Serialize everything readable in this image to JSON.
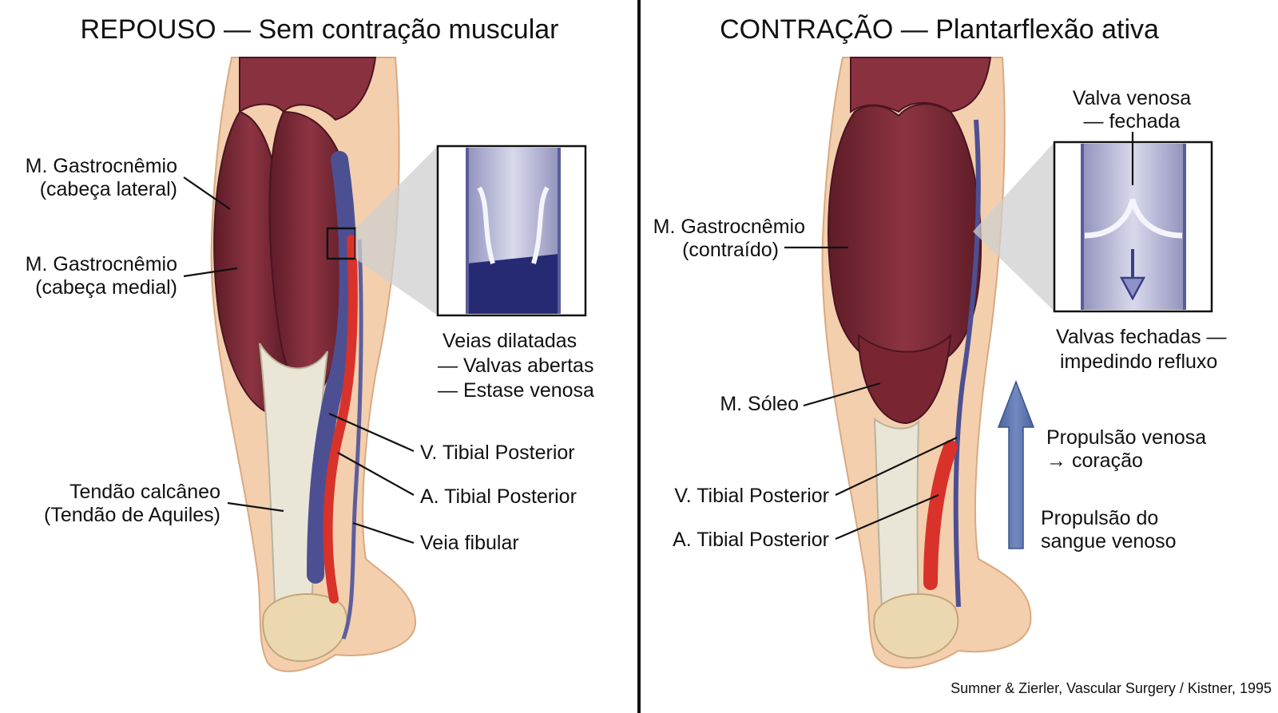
{
  "left": {
    "title": "REPOUSO — Sem contração muscular",
    "labels": {
      "gastro_lateral_1": "M. Gastrocnêmio",
      "gastro_lateral_2": "(cabeça lateral)",
      "gastro_medial_1": "M. Gastrocnêmio",
      "gastro_medial_2": "(cabeça medial)",
      "tendon_1": "Tendão calcâneo",
      "tendon_2": "(Tendão de Aquiles)",
      "inset_1": "Veias dilatadas",
      "inset_2": "— Valvas abertas",
      "inset_3": "— Estase venosa",
      "v_tibial": "V. Tibial Posterior",
      "a_tibial": "A. Tibial Posterior",
      "veia_fibular": "Veia fibular"
    }
  },
  "right": {
    "title": "CONTRAÇÃO — Plantarflexão ativa",
    "labels": {
      "valve_1": "Valva venosa",
      "valve_2": "— fechada",
      "gastro_1": "M. Gastrocnêmio",
      "gastro_2": "(contraído)",
      "closed_1": "Valvas fechadas —",
      "closed_2": "impedindo refluxo",
      "soleo": "M. Sóleo",
      "prop_1": "Propulsão venosa",
      "prop_2": "→ coração",
      "v_tibial": "V. Tibial Posterior",
      "a_tibial": "A. Tibial Posterior",
      "blood_1": "Propulsão do",
      "blood_2": "sangue venoso"
    }
  },
  "citation": "Sumner & Zierler, Vascular Surgery / Kistner, 1995",
  "colors": {
    "muscle": "#7d2a35",
    "muscle_dark": "#5a1a24",
    "skin": "#f3cfae",
    "tendon": "#e9e6d8",
    "vein": "#4d4f93",
    "artery": "#d8322a",
    "arrow": "#5b75ac",
    "inset_bg": "#cfd0e6"
  }
}
